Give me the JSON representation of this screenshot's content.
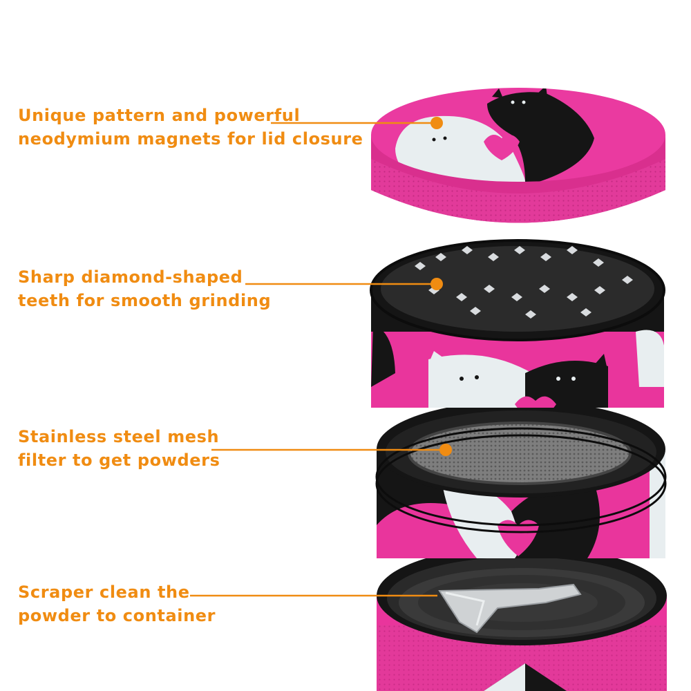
{
  "callouts": [
    {
      "line1": "Unique pattern and powerful",
      "line2": "neodymium magnets for lid closure"
    },
    {
      "line1": "Sharp diamond-shaped",
      "line2": "teeth for smooth grinding"
    },
    {
      "line1": "Stainless steel mesh",
      "line2": "filter to get powders"
    },
    {
      "line1": "Scraper clean the",
      "line2": "powder to container"
    }
  ],
  "colors": {
    "accent": "#f08c12",
    "pink": "#e9359c",
    "black": "#151515",
    "white_cat": "#e8eef0",
    "steel": "#8a8a8a"
  }
}
